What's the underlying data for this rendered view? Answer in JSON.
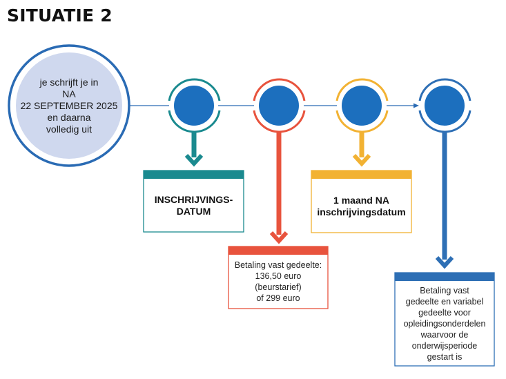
{
  "title": "SITUATIE 2",
  "start": {
    "text": "je schrijft je in\nNA\n22 SEPTEMBER 2025\nen daarna\nvolledig uit"
  },
  "steps": [
    {
      "color": "#1a8a8f",
      "text": "INSCHRIJVINGS-\nDATUM"
    },
    {
      "color": "#e8533d",
      "text": "Betaling vast gedeelte:\n136,50 euro\n(beurstarief)\nof 299 euro"
    },
    {
      "color": "#f2b233",
      "text": "1 maand NA\ninschrijvingsdatum"
    },
    {
      "color": "#2e6fb5",
      "text": "Betaling vast\ngedeelte en variabel\ngedeelte voor\nopleidingsonderdelen\nwaarvoor de\nonderwijsperiode\ngestart is"
    }
  ],
  "colors": {
    "dot": "#1c6fbe",
    "circle_fill": "#cfd8ee",
    "circle_ring": "#2a6bb4"
  }
}
